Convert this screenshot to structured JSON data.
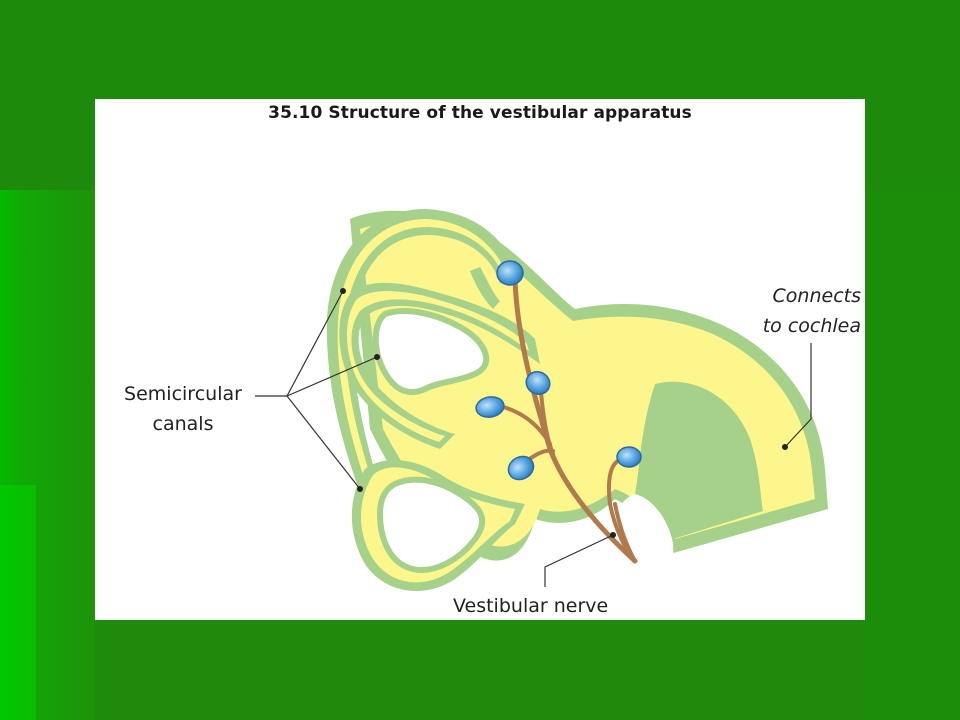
{
  "figure": {
    "title": "35.10 Structure of the vestibular apparatus"
  },
  "labels": {
    "semicircular_line1": "Semicircular",
    "semicircular_line2": "canals",
    "cochlea_line1": "Connects",
    "cochlea_line2": "to cochlea",
    "nerve": "Vestibular nerve"
  },
  "colors": {
    "background_green": "#1f8c0c",
    "fluid_yellow": "#fdf68c",
    "membrane_green": "#a6d18a",
    "nerve_brown": "#b07a4c",
    "receptor_blue": "#5aa7e0"
  }
}
